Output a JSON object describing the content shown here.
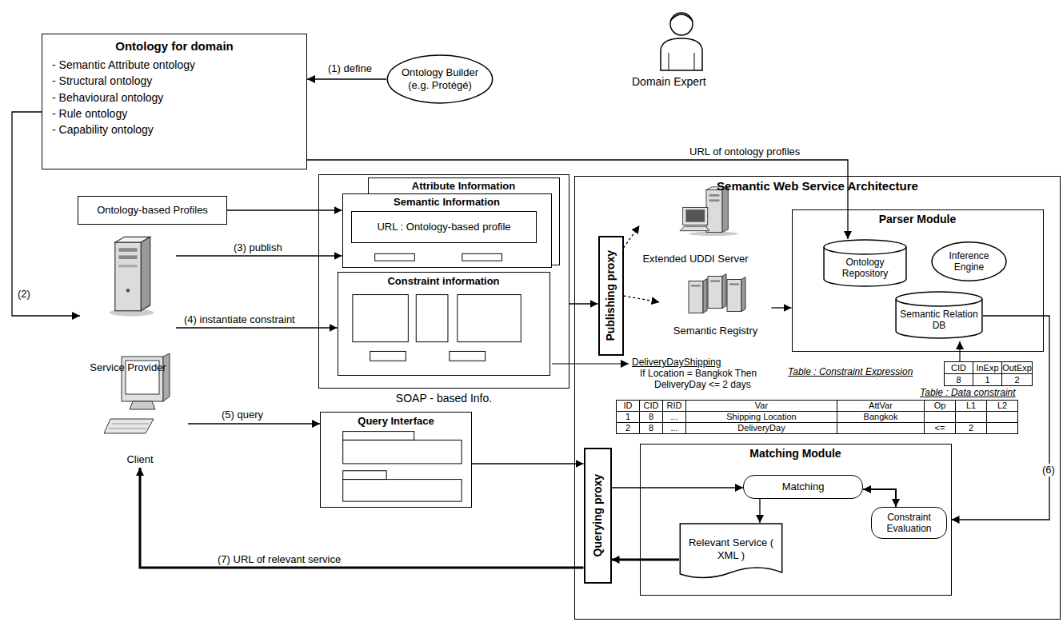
{
  "diagram": {
    "nodes": [
      {
        "text": [
          "Ontology for domain",
          "- Semantic Attribute ontology",
          "- Structural ontology",
          "- Behavioural ontology",
          "- Rule ontology",
          "- Capability ontology"
        ]
      },
      {
        "text": [
          "Ontology Builder (e.g. Protégé)"
        ]
      },
      {
        "text": [
          "Ontology-based Profiles"
        ]
      },
      {
        "text": [
          "Service Provider"
        ]
      },
      {
        "text": [
          "SOAP - based Info."
        ]
      },
      {
        "text": [
          "Attribute Information"
        ],
        "in": 4
      },
      {
        "text": [
          "Semantic Information"
        ],
        "in": 4
      },
      {
        "text": [
          "URL : Ontology-based profile"
        ],
        "in": 6
      },
      {
        "text": [
          "Constraint information"
        ],
        "in": 4
      },
      {
        "text": [
          "Client"
        ]
      },
      {
        "text": [
          "Query Interface"
        ]
      },
      {
        "text": [
          "Semantic Web Service Architecture"
        ]
      },
      {
        "text": [
          "Publishing proxy"
        ],
        "in": 11
      },
      {
        "text": [
          "Extended UDDI Server"
        ],
        "in": 11
      },
      {
        "text": [
          "Semantic Registry"
        ],
        "in": 11
      },
      {
        "text": [
          "Parser Module"
        ],
        "in": 11
      },
      {
        "text": [
          "Ontology Repository"
        ],
        "in": 15
      },
      {
        "text": [
          "Inference Engine"
        ],
        "in": 15
      },
      {
        "text": [
          "Semantic Relation DB"
        ],
        "in": 15
      },
      {
        "text": [
          "Querying proxy"
        ],
        "in": 11
      },
      {
        "text": [
          "Matching Module"
        ],
        "in": 11
      },
      {
        "text": [
          "Matching"
        ],
        "in": 20
      },
      {
        "text": [
          "Relevant Service ( XML )"
        ],
        "in": 20
      },
      {
        "text": [
          "Constraint Evaluation"
        ],
        "in": 20
      }
    ],
    "edges": [
      {
        "from": 1,
        "to": 0,
        "arrow": "to",
        "label": "(1) define"
      },
      {
        "from": 0,
        "to": 16,
        "arrow": "to",
        "label": "URL of ontology profiles"
      },
      {
        "from": 0,
        "to": 3,
        "arrow": "to",
        "label": "(2)"
      },
      {
        "from": 3,
        "to": 6,
        "arrow": "to",
        "label": "(3) publish"
      },
      {
        "from": 3,
        "to": 8,
        "arrow": "to",
        "label": "(4) instantiate constraint"
      },
      {
        "from": 2,
        "to": 6,
        "arrow": "to"
      },
      {
        "from": 4,
        "to": 12,
        "arrow": "to"
      },
      {
        "from": 12,
        "to": 13,
        "arrow": "to"
      },
      {
        "from": 12,
        "to": 14,
        "arrow": "to"
      },
      {
        "from": 14,
        "to": 15,
        "arrow": "to"
      },
      {
        "from": 10,
        "to": 19,
        "arrow": "to"
      },
      {
        "from": 19,
        "to": 21,
        "arrow": "to"
      },
      {
        "from": 21,
        "to": 22,
        "arrow": "to"
      },
      {
        "from": 21,
        "to": 23,
        "arrow": "both"
      },
      {
        "from": 22,
        "to": 19,
        "arrow": "to"
      },
      {
        "from": 18,
        "to": 20,
        "arrow": "to",
        "label": "(6)"
      },
      {
        "from": 9,
        "to": 10,
        "arrow": "to",
        "label": "(5) query"
      },
      {
        "from": 19,
        "to": 9,
        "arrow": "to",
        "label": "(7) URL of relevant service"
      }
    ],
    "labels": [
      "Domain Expert",
      "DeliveryDayShipping",
      "If Location = Bangkok Then",
      "DeliveryDay <= 2 days",
      "Table : Constraint Expression",
      "CID",
      "InExp",
      "OutExp",
      "8",
      "1",
      "2",
      "Table : Data constraint",
      "ID",
      "CID",
      "RID",
      "Var",
      "AttVar",
      "Op",
      "L1",
      "L2",
      "1",
      "8",
      "...",
      "Shipping Location",
      "Bangkok",
      "2",
      "8",
      "...",
      "DeliveryDay",
      "<=",
      "2"
    ]
  }
}
